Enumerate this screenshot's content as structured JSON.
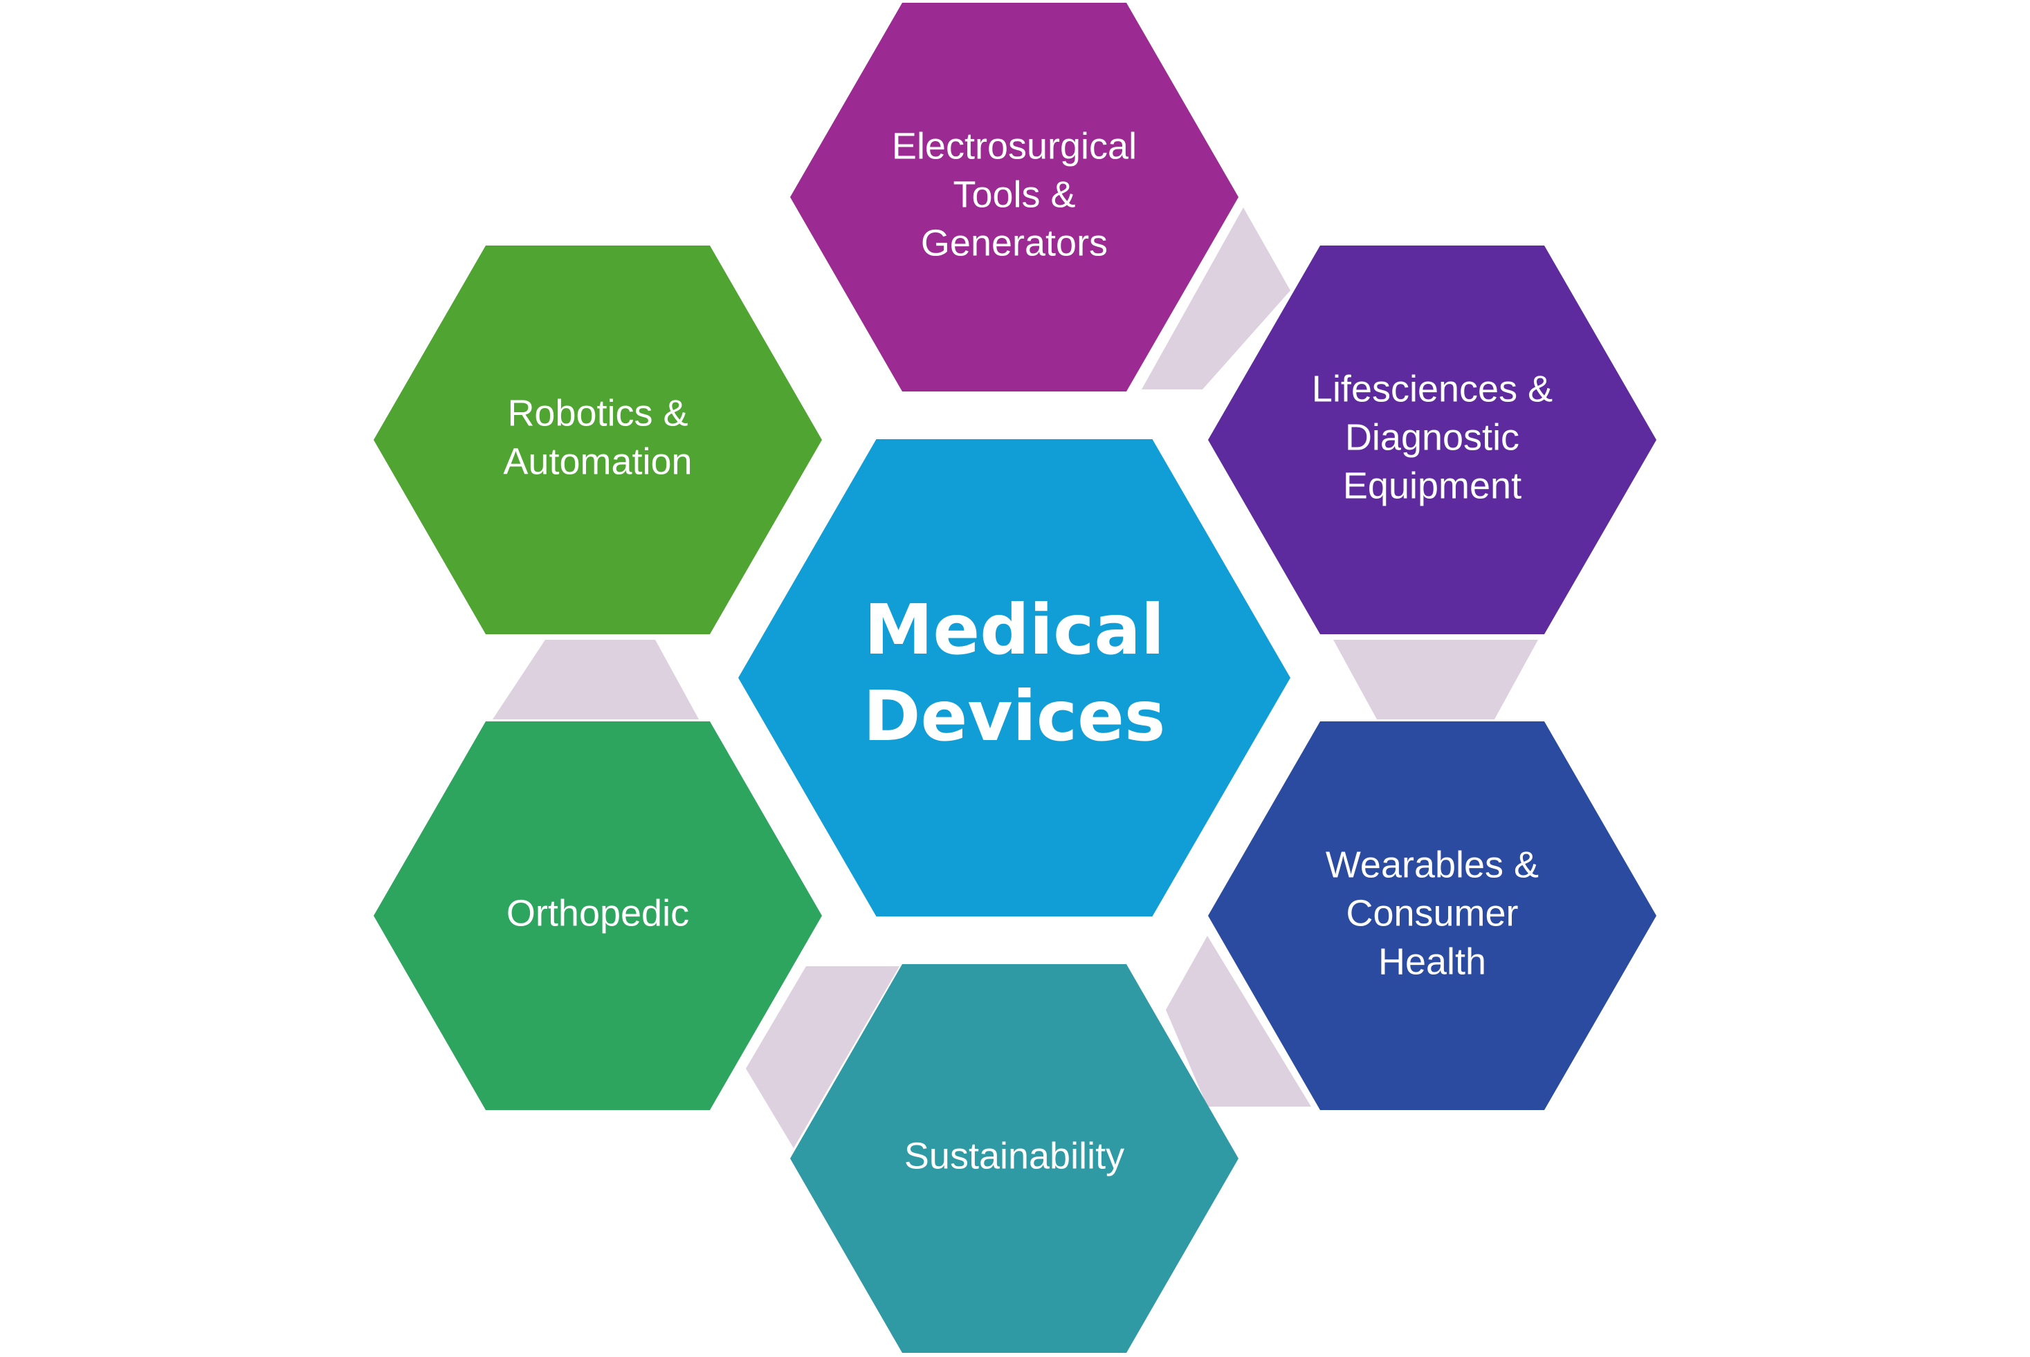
{
  "diagram": {
    "center": {
      "lines": [
        "Medical",
        "Devices"
      ],
      "color": "#119ED6"
    },
    "nodes": [
      {
        "id": "electrosurgical",
        "lines": [
          "Electrosurgical",
          "Tools &",
          "Generators"
        ],
        "color": "#9B2A92"
      },
      {
        "id": "lifesciences",
        "lines": [
          "Lifesciences &",
          "Diagnostic",
          "Equipment"
        ],
        "color": "#5E2B9F"
      },
      {
        "id": "wearables",
        "lines": [
          "Wearables &",
          "Consumer",
          "Health"
        ],
        "color": "#2B4BA1"
      },
      {
        "id": "sustainability",
        "lines": [
          "Sustainability"
        ],
        "color": "#2F9AA4"
      },
      {
        "id": "orthopedic",
        "lines": [
          "Orthopedic"
        ],
        "color": "#2EA55E"
      },
      {
        "id": "robotics",
        "lines": [
          "Robotics &",
          "Automation"
        ],
        "color": "#4FA432"
      }
    ],
    "connector_color": "#DDD0DF"
  }
}
